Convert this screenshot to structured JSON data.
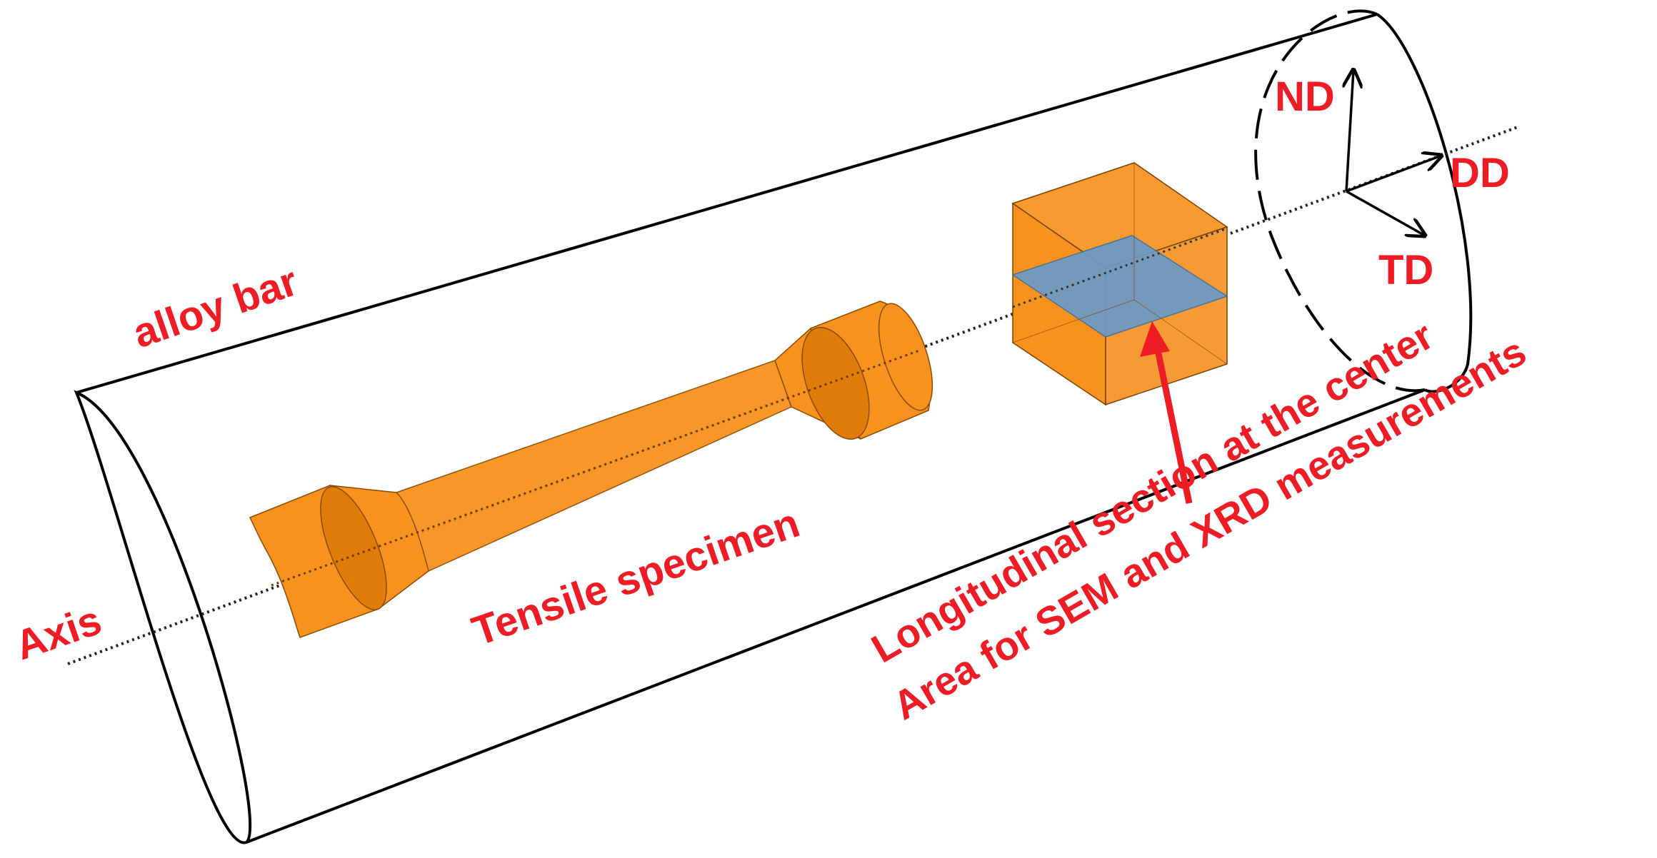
{
  "labels": {
    "alloy_bar": "alloy bar",
    "tensile_specimen": "Tensile specimen",
    "axis": "Axis",
    "nd": "ND",
    "dd": "DD",
    "td": "TD",
    "section_line1": "Longitudinal section at the center",
    "section_line2": "Area for SEM and XRD measurements"
  },
  "colors": {
    "label_red": "#ee1c25",
    "specimen_orange": "#f7921e",
    "section_blue": "#6c9bc9",
    "outline": "#000000"
  }
}
